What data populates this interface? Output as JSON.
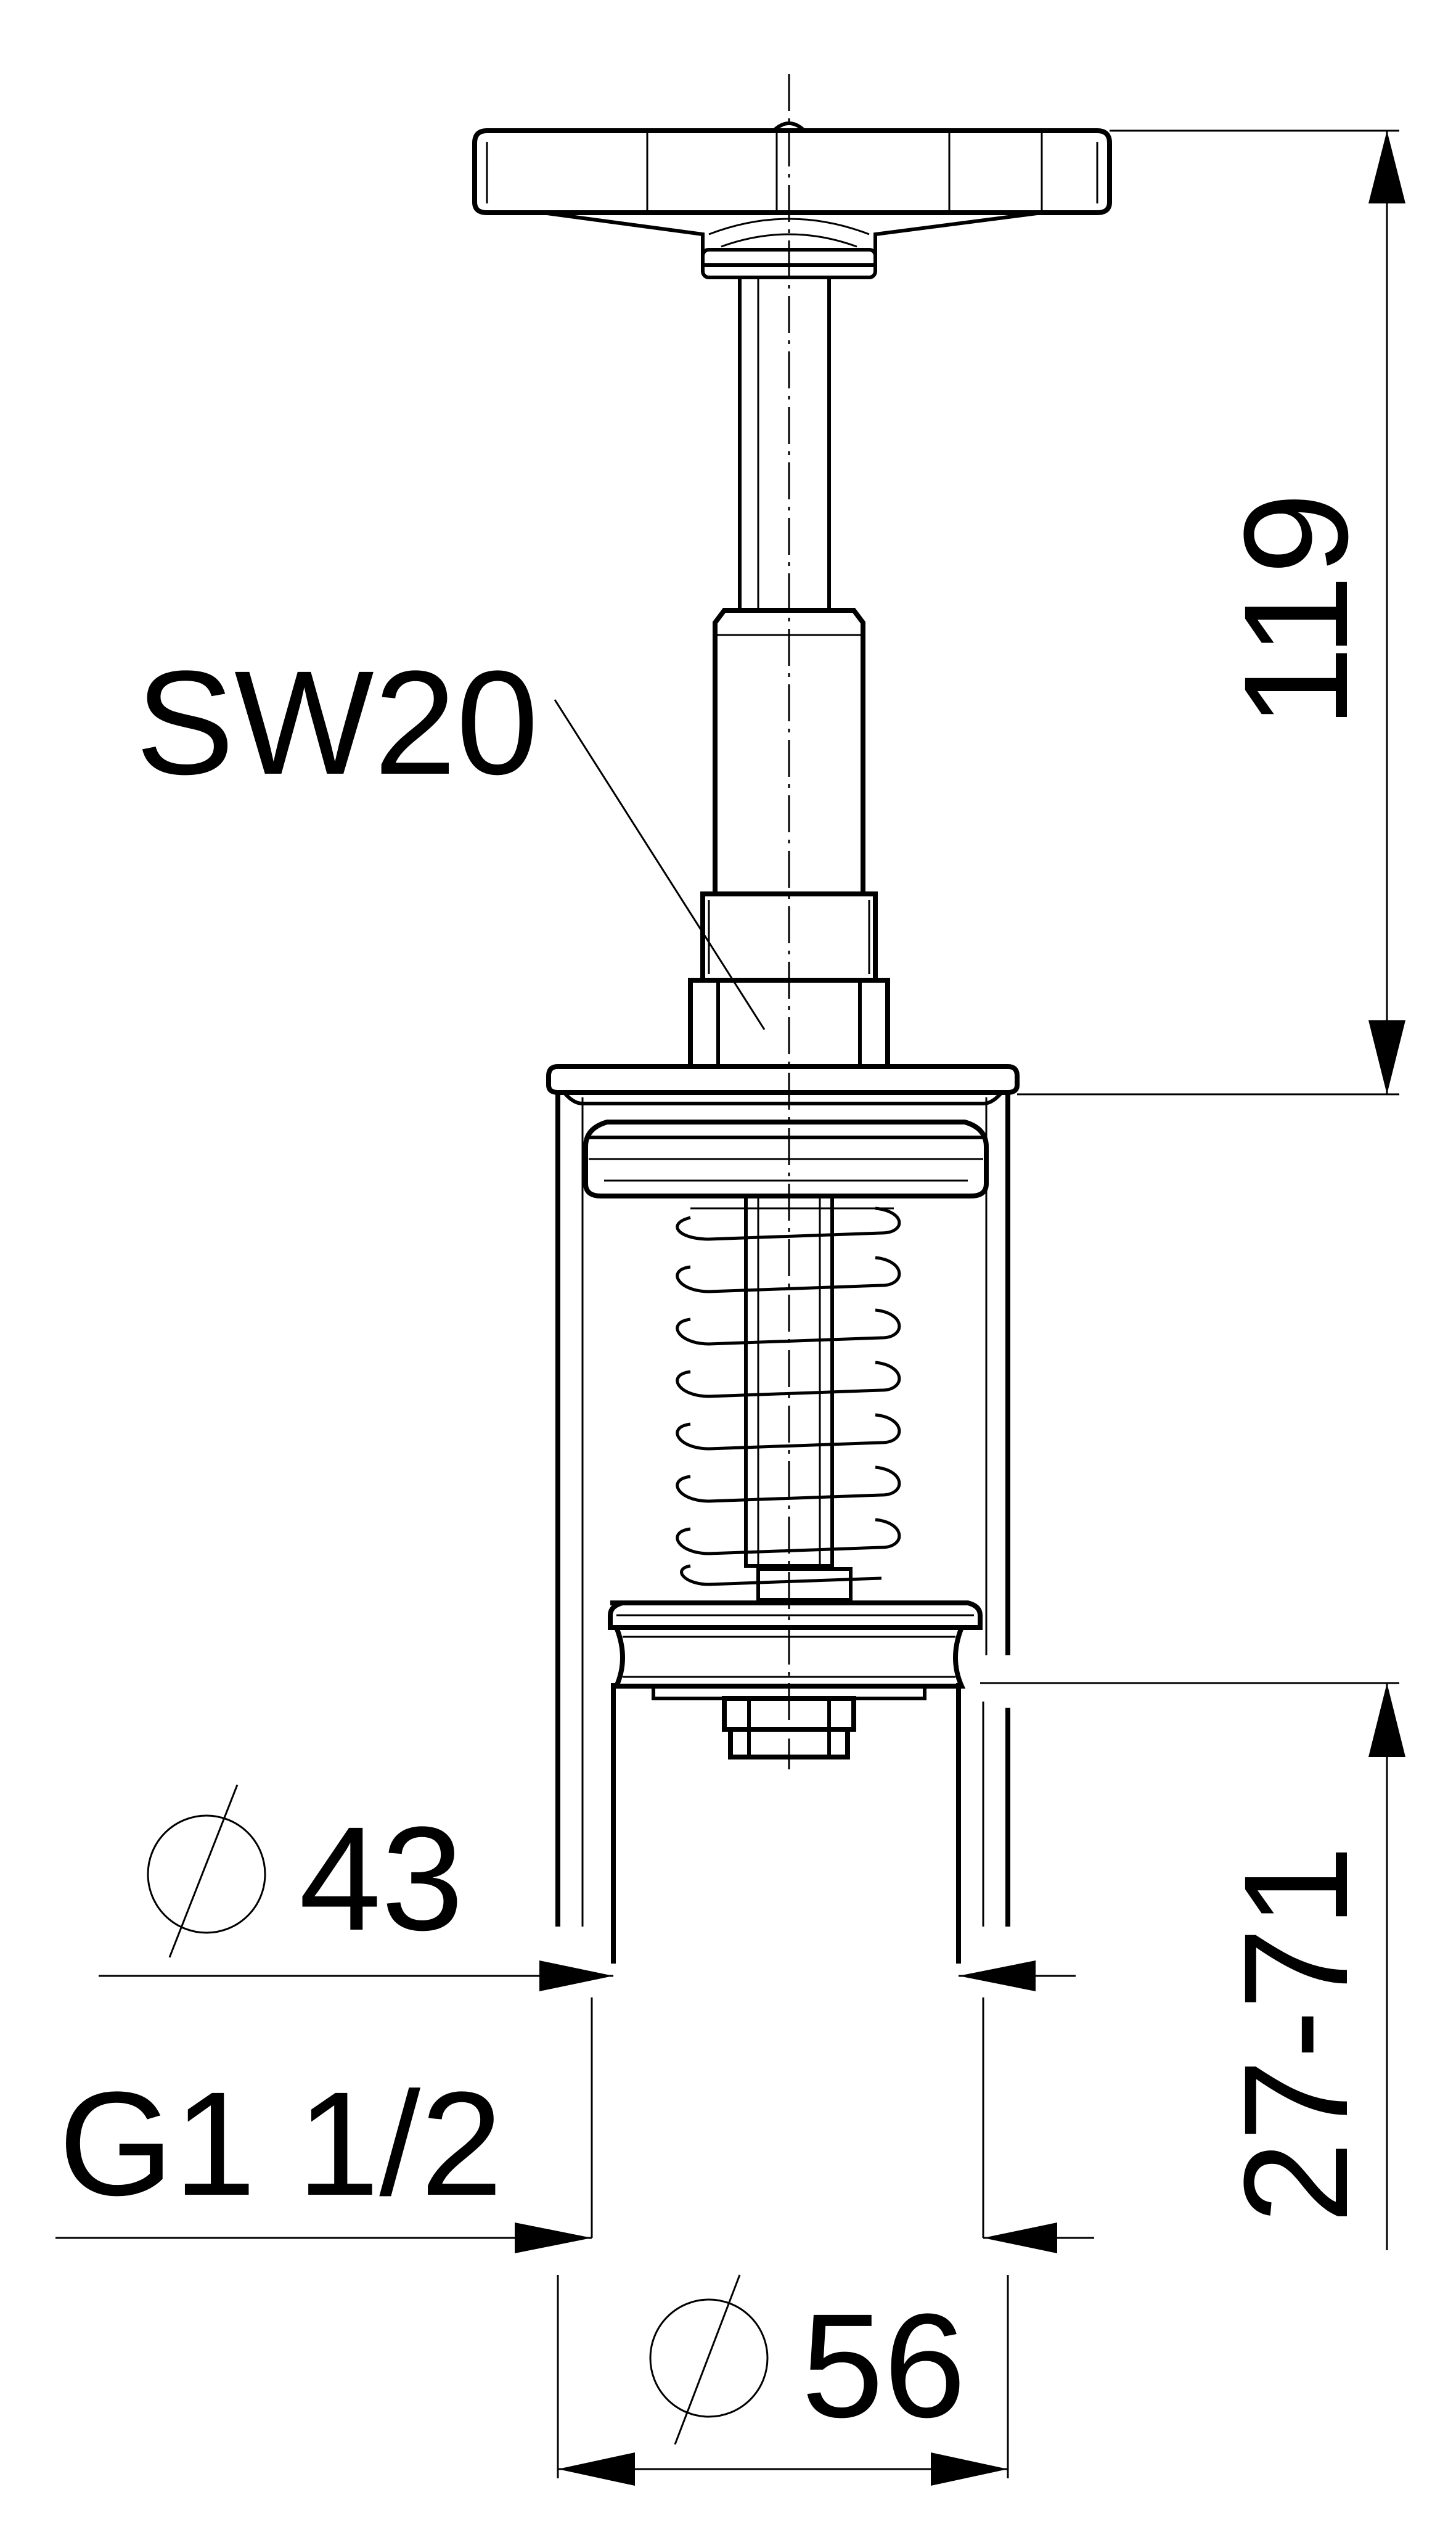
{
  "labels": {
    "wrench_size": "SW20",
    "height_upper": "119",
    "height_lower": "27-71",
    "inner_diameter_value": "43",
    "thread": "G1 1/2",
    "outer_diameter_value": "56"
  },
  "colors": {
    "line": "#000000",
    "background": "#ffffff"
  }
}
